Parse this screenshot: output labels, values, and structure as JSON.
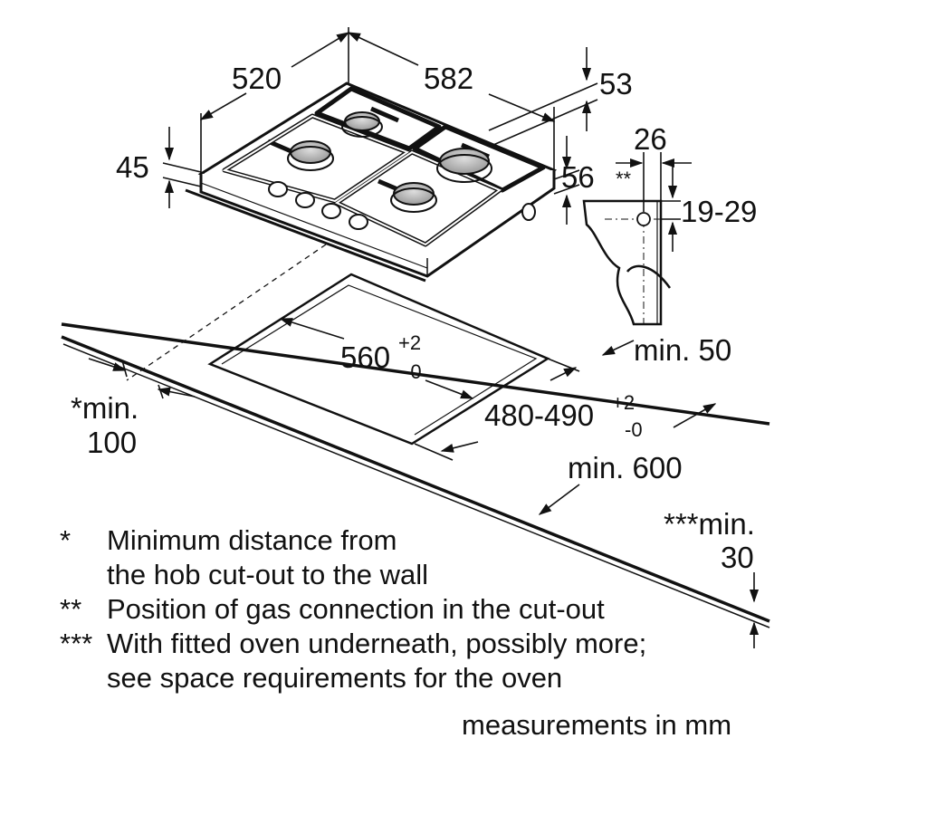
{
  "dimensions": {
    "hob_depth": "520",
    "hob_width": "582",
    "top_height": "53",
    "front_height": "45",
    "side_offset": "56",
    "connector_width": "26",
    "connector_star": "**",
    "connector_height": "19-29",
    "cutout_width_base": "560",
    "cutout_width_tol_plus": "+2",
    "cutout_width_tol_minus": "-0",
    "cutout_depth_base": "480-490",
    "cutout_depth_tol_plus": "+2",
    "cutout_depth_tol_minus": "-0",
    "min_back": "min. 50",
    "min_wall_line1": "*min.",
    "min_wall_line2": "100",
    "min_worktop": "min. 600",
    "min_oven_line1": "***min.",
    "min_oven_line2": "30"
  },
  "notes": [
    {
      "marker": "*",
      "lines": [
        "Minimum distance from",
        "the hob cut-out to the wall"
      ]
    },
    {
      "marker": "**",
      "lines": [
        "Position of gas connection in the cut-out"
      ]
    },
    {
      "marker": "***",
      "lines": [
        "With fitted oven underneath, possibly more;",
        "see space requirements for the oven"
      ]
    }
  ],
  "units_note": "measurements in mm"
}
